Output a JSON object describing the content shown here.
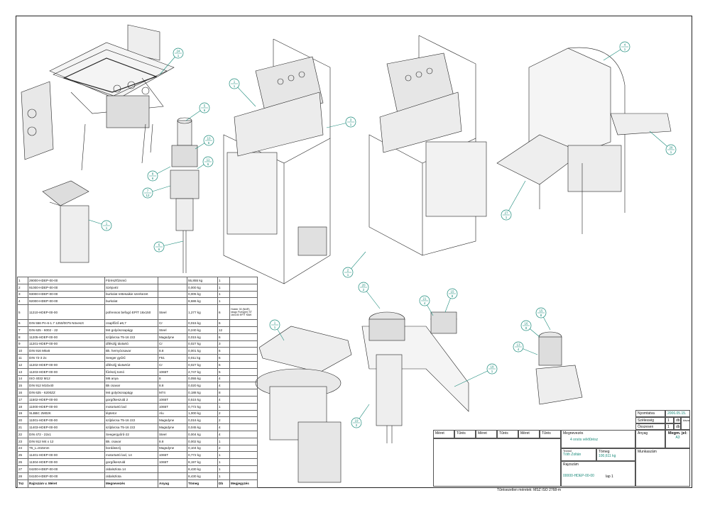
{
  "balloons": [
    {
      "id": "b24",
      "top": "24",
      "bottom": "1"
    },
    {
      "id": "b5",
      "top": "5",
      "bottom": "6"
    },
    {
      "id": "b10",
      "top": "10",
      "bottom": "6"
    },
    {
      "id": "b11",
      "top": "11",
      "bottom": "6"
    },
    {
      "id": "b8",
      "top": "8",
      "bottom": "6"
    },
    {
      "id": "b7",
      "top": "7",
      "bottom": "12"
    },
    {
      "id": "b6",
      "top": "6",
      "bottom": "6"
    },
    {
      "id": "b1a",
      "top": "1",
      "bottom": "1"
    },
    {
      "id": "b1b",
      "top": "1",
      "bottom": "1"
    },
    {
      "id": "b3",
      "top": "3",
      "bottom": "1"
    },
    {
      "id": "b2",
      "top": "2",
      "bottom": "1"
    },
    {
      "id": "b4",
      "top": "4",
      "bottom": "1"
    },
    {
      "id": "b28",
      "top": "28",
      "bottom": "1"
    },
    {
      "id": "b27",
      "top": "27",
      "bottom": "1"
    },
    {
      "id": "b1c",
      "top": "1",
      "bottom": "1"
    },
    {
      "id": "b20",
      "top": "20",
      "bottom": "2"
    },
    {
      "id": "b21",
      "top": "21",
      "bottom": "4"
    },
    {
      "id": "b15a",
      "top": "15",
      "bottom": "8"
    },
    {
      "id": "b18",
      "top": "18",
      "bottom": "1"
    },
    {
      "id": "b19",
      "top": "19",
      "bottom": "2"
    },
    {
      "id": "b15b",
      "top": "15",
      "bottom": "8"
    },
    {
      "id": "b16",
      "top": "16",
      "bottom": "8"
    },
    {
      "id": "b13",
      "top": "13",
      "bottom": "4"
    }
  ],
  "bom": {
    "rows": [
      [
        "1",
        "29000-HDEP-00-00",
        "Fűrészfőzsmű",
        "",
        "55,855 kg",
        "1",
        ""
      ],
      [
        "2",
        "91000-HDEP-00-00",
        "Szépvéz",
        "",
        "0,000 kg",
        "1",
        ""
      ],
      [
        "3",
        "93000-HDEP-00-00",
        "burkolat rettesaikie szerkezet",
        "",
        "0,005 kg",
        "1",
        ""
      ],
      [
        "4",
        "92000-HDEP-00-00",
        "burkolat",
        "",
        "8,686 kg",
        "1",
        ""
      ],
      [
        "5",
        "11210-HDEP-00-00",
        "pofrensos befogó EP/T 16x150",
        "Steel",
        "1,277 kg",
        "6",
        "Holder 30 (NAR) rasgo Fizeg(er) ST 16x150 EP/T MAK"
      ],
      [
        "6",
        "DIN 556 PA-6-1.7 1250/0075 Növeszt",
        "csapfőző ø6,7",
        "Cr",
        "0,015 kg",
        "6",
        ""
      ],
      [
        "7",
        "DIN 625 - 6002 - 22",
        "M4 golyóscsapágy",
        "Steel",
        "0,240 kg",
        "12",
        ""
      ],
      [
        "8",
        "11205-HDEP-00-00",
        "szíjtárcsa T5-16 z22",
        "Magsdyne",
        "0,015 kg",
        "6",
        ""
      ],
      [
        "9",
        "11201-HDEP-00-00",
        "difészíjj távtartó",
        "Cr",
        "0,027 kg",
        "3",
        ""
      ],
      [
        "10",
        "DIN 916 M5x6",
        "Bk. hernyócsavar",
        "8.8",
        "0,001 kg",
        "6",
        ""
      ],
      [
        "11",
        "DIN 72-3 2x",
        "Seeger gyűrű",
        "F51",
        "0,011 kg",
        "6",
        ""
      ],
      [
        "12",
        "11202-HDEP-00-00",
        "difészíjj távtartó2",
        "Cr",
        "0,027 kg",
        "6",
        ""
      ],
      [
        "13",
        "11203-HDEP-00-00",
        "fűrészij tomó",
        "1065T",
        "2,747 kg",
        "5",
        ""
      ],
      [
        "14",
        "ISO 4032 M12",
        "M6 anya",
        "8",
        "0,055 kg",
        "4",
        ""
      ],
      [
        "15",
        "DIN 912 M10x40",
        "Bk csavar",
        "8.8",
        "0,020 kg",
        "4",
        ""
      ],
      [
        "16",
        "DIN 625 - 6200ZZ",
        "M4 golyóscsapágy",
        "M74",
        "0,188 kg",
        "8",
        ""
      ],
      [
        "17",
        "11502-HDEP-00-00",
        "gorgőkeszuld 2",
        "1065T",
        "0,515 kg",
        "4",
        ""
      ],
      [
        "18",
        "11000-HDEP-00-00",
        "motortartó lacl",
        "1065T",
        "0,772 kg",
        "1",
        ""
      ],
      [
        "19",
        "SLBBC 2M02K",
        "léptetor",
        "Alu",
        "1,000 kg",
        "2",
        ""
      ],
      [
        "20",
        "11001-HDEP-00-00",
        "szíjtárcsa T5-16 z22",
        "Magsdyne",
        "0,016 kg",
        "2",
        ""
      ],
      [
        "21",
        "11403-HDEP-00-00",
        "szíjtárcsa T5-16 z22",
        "Magsdyne",
        "0,045 kg",
        "4",
        ""
      ],
      [
        "22",
        "DIN 472 - 22x1",
        "Seegergyűrű-22",
        "Steel",
        "0,004 kg",
        "4",
        ""
      ],
      [
        "23",
        "DIN 912 M4 x 12",
        "Bk. csavar",
        "8.8",
        "0,002 kg",
        "1",
        ""
      ],
      [
        "24",
        "T5_L=815mm",
        "bordásszíj",
        "Magsdyne",
        "0,104 kg",
        "2",
        ""
      ],
      [
        "25",
        "11401-HDEP-00-00",
        "motortartó lacl, 14",
        "1065T",
        "0,772 kg",
        "1",
        ""
      ],
      [
        "26",
        "11304-HDEP-00-00",
        "gorgőkeszuld",
        "1065T",
        "8,197 kg",
        "1",
        ""
      ],
      [
        "27",
        "04200-HDEP-00-00",
        "oldalszlota 14",
        "",
        "8,430 kg",
        "1",
        ""
      ],
      [
        "28",
        "04100-HDEP-00-00",
        "oldalszlota",
        "",
        "8,430 kg",
        "1",
        ""
      ]
    ],
    "header": [
      "Tsz",
      "Rajzszám v. Méret",
      "Megnevezés",
      "Anyag",
      "Tömeg",
      "Db",
      "Megjegyzés"
    ]
  },
  "titleblock": {
    "cols": [
      "Méret",
      "Tűrés",
      "Méret",
      "Tűrés",
      "Méret",
      "Tűrés"
    ],
    "megnevezes_label": "Megnevezés",
    "megnevezes_value": "4 orsós vékfűrész",
    "tervezo_label": "Tervező",
    "tervezo_value": "Tóth Zoltán",
    "tomeg_label": "Tömeg",
    "tomeg_value": "100,611 kg",
    "rajzszam_label": "Rajzszám",
    "rajzszam_value": "00000-HDEP-00-00",
    "lap_label": "lap 1",
    "nyomtatva_label": "Nyomtatva",
    "nyomtatva_value": "2006.05.15.",
    "szelesseg_label": "Szélesség",
    "szelesseg_value": "1",
    "szelesseg_unit": "db",
    "osszesen_label": "Összesen",
    "osszesen_value": "1",
    "osszesen_unit": "db",
    "kiszabas_label": "kiszab.",
    "anyag_label": "Anyag",
    "megm_label": "Megm. jel:",
    "megm_value": "A3",
    "munkaszam_label": "Munkaszám"
  },
  "footer_note": "Tűrésezetlen méretek: MSZ ISO 2768-m"
}
